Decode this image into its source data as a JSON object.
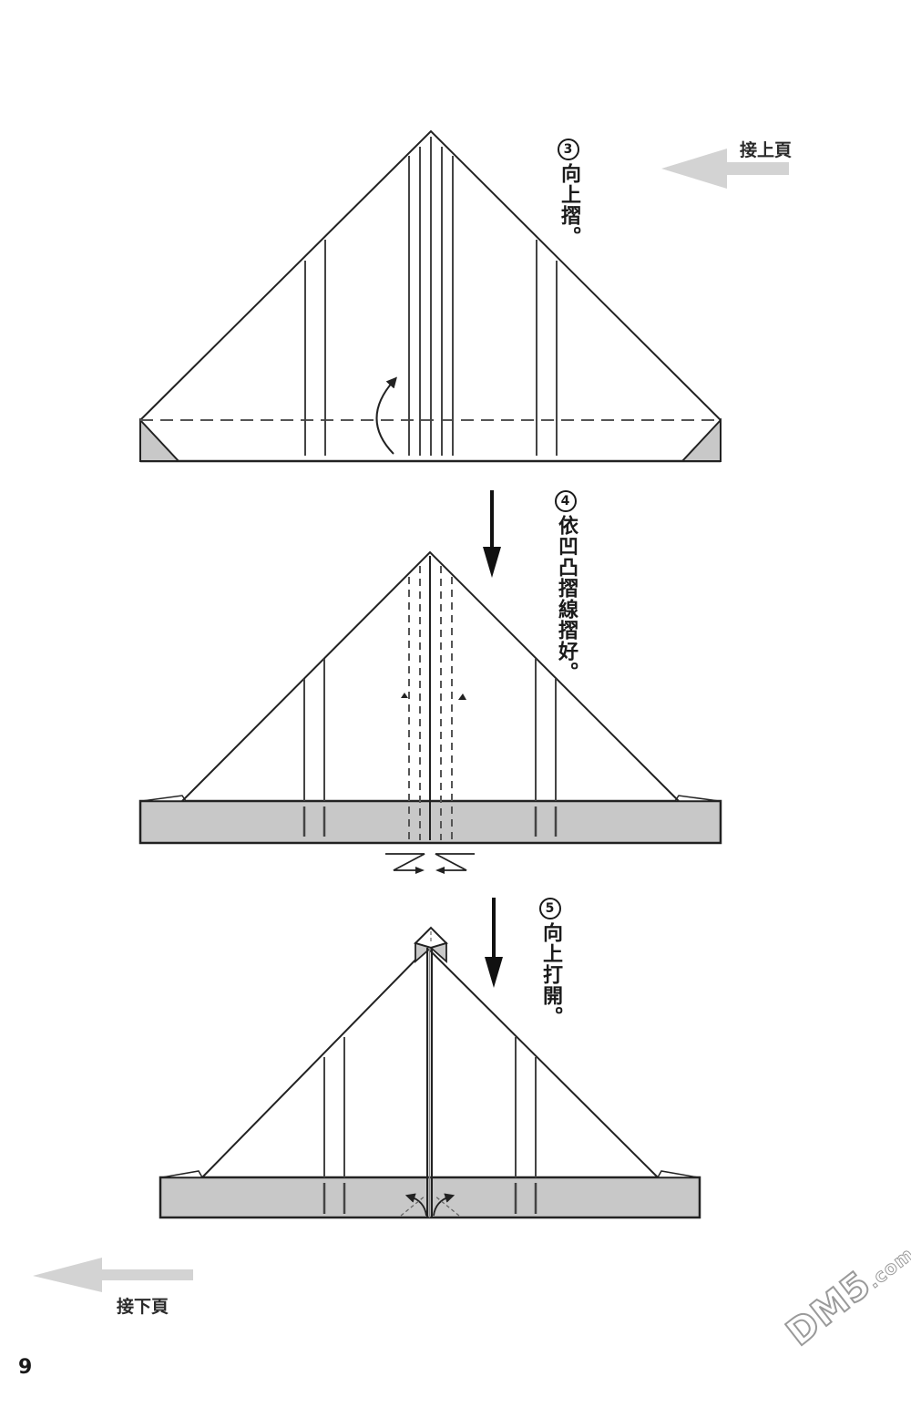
{
  "nav": {
    "prev_page_label": "接上頁",
    "next_page_label": "接下頁"
  },
  "steps": [
    {
      "number": "3",
      "instruction": "向上摺。"
    },
    {
      "number": "4",
      "instruction": "依凹凸摺線摺好。"
    },
    {
      "number": "5",
      "instruction": "向上打開。"
    }
  ],
  "page_number": "9",
  "watermark": {
    "main": "DM5",
    "suffix": ".com"
  },
  "colors": {
    "line": "#222222",
    "fill_gray": "#c8c8c8",
    "arrow_gray": "#d0d0d0",
    "watermark": "#9a9a9a"
  }
}
